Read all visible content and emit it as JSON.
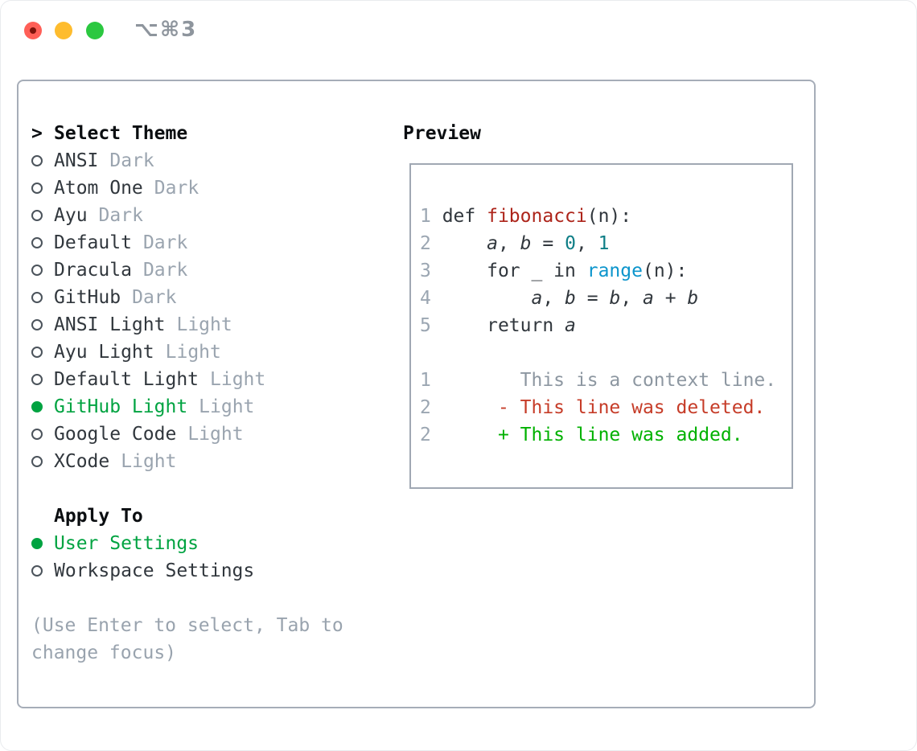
{
  "window": {
    "shortcut_label": "⌥⌘3"
  },
  "theme_list": {
    "header_prefix": ">",
    "header": "Select Theme",
    "items": [
      {
        "name": "ANSI",
        "variant": "Dark",
        "selected": false
      },
      {
        "name": "Atom One",
        "variant": "Dark",
        "selected": false
      },
      {
        "name": "Ayu",
        "variant": "Dark",
        "selected": false
      },
      {
        "name": "Default",
        "variant": "Dark",
        "selected": false
      },
      {
        "name": "Dracula",
        "variant": "Dark",
        "selected": false
      },
      {
        "name": "GitHub",
        "variant": "Dark",
        "selected": false
      },
      {
        "name": "ANSI Light",
        "variant": "Light",
        "selected": false
      },
      {
        "name": "Ayu Light",
        "variant": "Light",
        "selected": false
      },
      {
        "name": "Default Light",
        "variant": "Light",
        "selected": false
      },
      {
        "name": "GitHub Light",
        "variant": "Light",
        "selected": true
      },
      {
        "name": "Google Code",
        "variant": "Light",
        "selected": false
      },
      {
        "name": "XCode",
        "variant": "Light",
        "selected": false
      }
    ]
  },
  "apply_to": {
    "header": "Apply To",
    "options": [
      {
        "label": "User Settings",
        "selected": true
      },
      {
        "label": "Workspace Settings",
        "selected": false
      }
    ]
  },
  "help_lines": [
    "(Use Enter to select, Tab to",
    "change focus)"
  ],
  "preview": {
    "title": "Preview",
    "code_lines": [
      {
        "num": "1",
        "segments": [
          {
            "text": " def ",
            "style": "plain"
          },
          {
            "text": "fibonacci",
            "style": "function"
          },
          {
            "text": "(n):",
            "style": "plain"
          }
        ]
      },
      {
        "num": "2",
        "segments": [
          {
            "text": "     ",
            "style": "plain"
          },
          {
            "text": "a",
            "style": "variable"
          },
          {
            "text": ", ",
            "style": "plain"
          },
          {
            "text": "b",
            "style": "variable"
          },
          {
            "text": " = ",
            "style": "plain"
          },
          {
            "text": "0",
            "style": "number"
          },
          {
            "text": ", ",
            "style": "plain"
          },
          {
            "text": "1",
            "style": "number"
          }
        ]
      },
      {
        "num": "3",
        "segments": [
          {
            "text": "     for _ in ",
            "style": "plain"
          },
          {
            "text": "range",
            "style": "builtin"
          },
          {
            "text": "(n):",
            "style": "plain"
          }
        ]
      },
      {
        "num": "4",
        "segments": [
          {
            "text": "         ",
            "style": "plain"
          },
          {
            "text": "a",
            "style": "variable"
          },
          {
            "text": ", ",
            "style": "plain"
          },
          {
            "text": "b",
            "style": "variable"
          },
          {
            "text": " = ",
            "style": "plain"
          },
          {
            "text": "b",
            "style": "variable"
          },
          {
            "text": ", ",
            "style": "plain"
          },
          {
            "text": "a",
            "style": "variable"
          },
          {
            "text": " + ",
            "style": "plain"
          },
          {
            "text": "b",
            "style": "variable"
          }
        ]
      },
      {
        "num": "5",
        "segments": [
          {
            "text": "     return ",
            "style": "plain"
          },
          {
            "text": "a",
            "style": "variable"
          }
        ]
      }
    ],
    "diff_lines": [
      {
        "num": "1",
        "text": "        This is a context line.",
        "kind": "context"
      },
      {
        "num": "2",
        "text": "      - This line was deleted.",
        "kind": "deleted"
      },
      {
        "num": "2",
        "text": "      + This line was added.",
        "kind": "added"
      }
    ]
  },
  "colors": {
    "accent_green": "#00a341",
    "added_green": "#00b100",
    "deleted_red": "#c63c28",
    "function_red": "#ad241a",
    "number_teal": "#0e7e86",
    "builtin_blue": "#0c95cc",
    "text_dark": "#31373d",
    "muted_gray": "#9aa4af",
    "border_gray": "#a6adb8",
    "traffic_red": "#ff5f57",
    "traffic_yellow": "#febc2e",
    "traffic_green": "#2bc840"
  }
}
